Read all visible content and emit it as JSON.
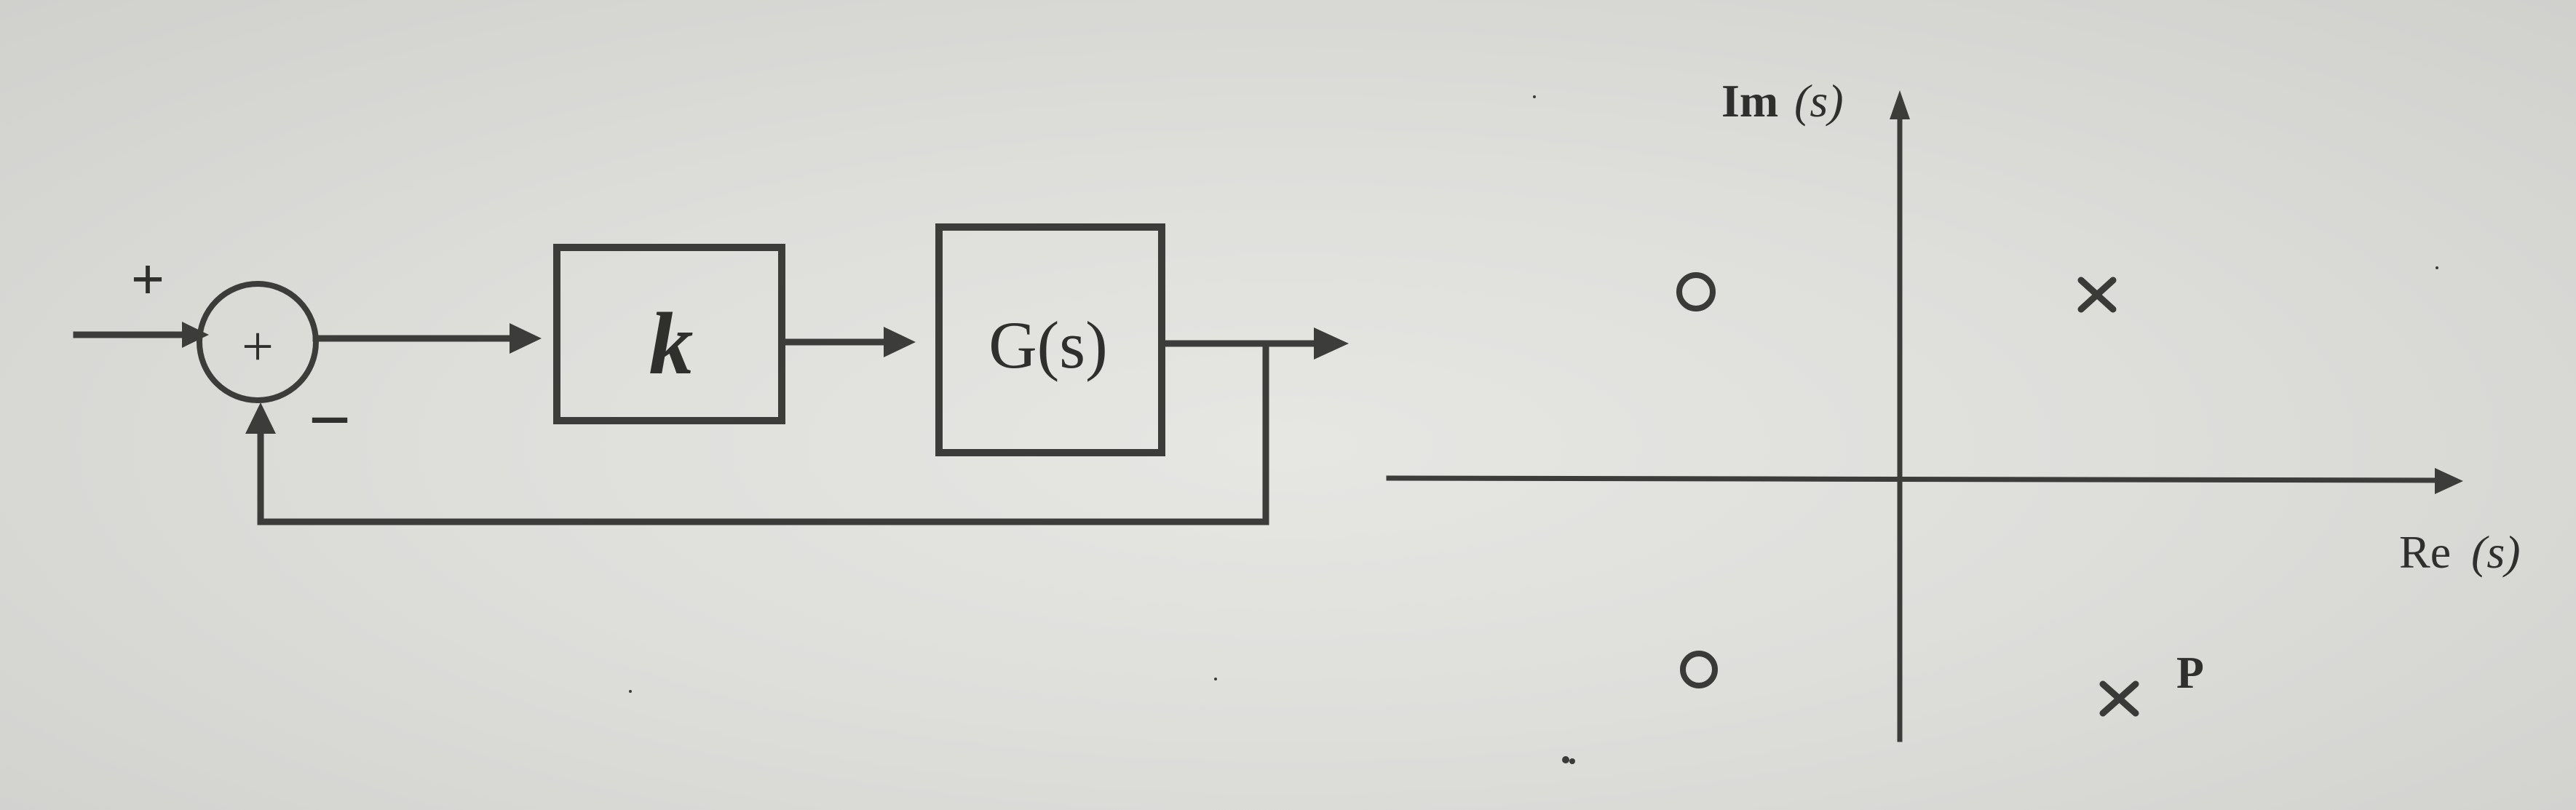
{
  "block_diagram": {
    "input_sign": "+",
    "feedback_sign": "−",
    "summing_junction_symbol": "+",
    "gain_block_label": "k",
    "plant_block_label": "G(s)"
  },
  "s_plane": {
    "imaginary_axis_label_prefix": "Im",
    "imaginary_axis_label_variable": "(s)",
    "real_axis_label_prefix": "Re",
    "real_axis_label_variable": "(s)",
    "pole_label": "P",
    "zeros": [
      {
        "quadrant": "upper-left"
      },
      {
        "quadrant": "lower-left"
      }
    ],
    "poles": [
      {
        "quadrant": "upper-right"
      },
      {
        "quadrant": "lower-right",
        "label": "P"
      }
    ]
  },
  "colors": {
    "background": "#d9d9d6",
    "ink": "#3c3c3a"
  }
}
